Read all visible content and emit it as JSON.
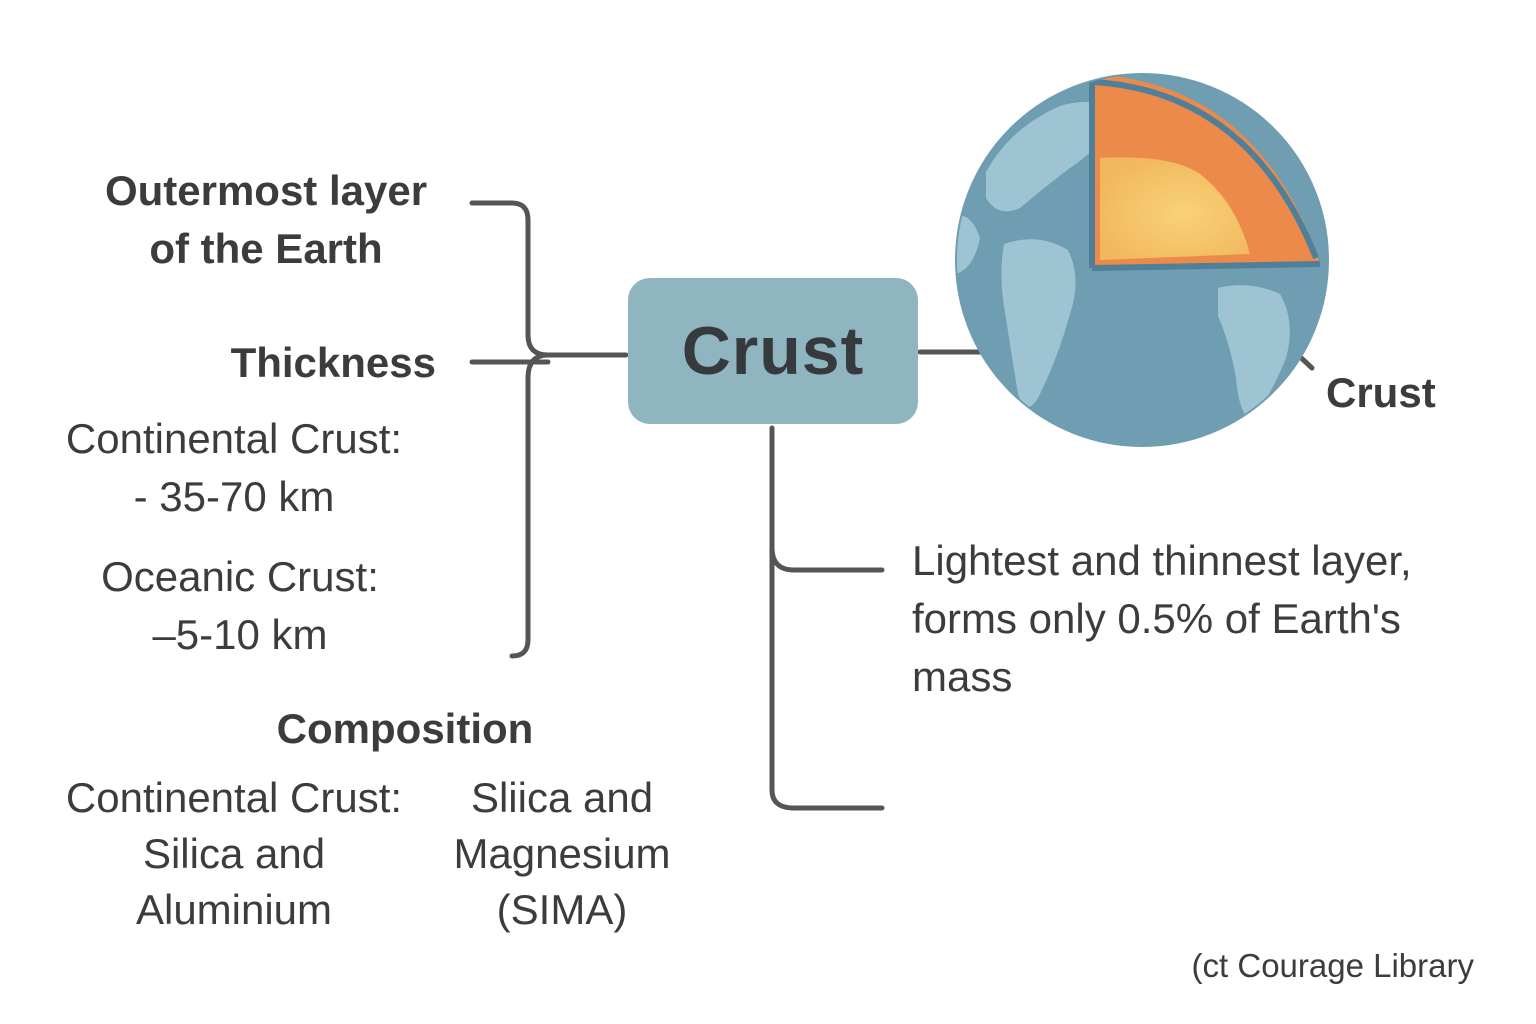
{
  "central_node": {
    "label": "Crust"
  },
  "outermost": {
    "line1": "Outermost layer",
    "line2": "of the Earth"
  },
  "thickness": {
    "heading": "Thickness",
    "continental": {
      "line1": "Continental Crust:",
      "line2": "- 35-70 km"
    },
    "oceanic": {
      "line1": "Oceanic Crust:",
      "line2": "–5-10 km"
    }
  },
  "composition": {
    "heading": "Composition",
    "continental": {
      "line1": "Continental Crust:",
      "line2": "Silica and",
      "line3": "Aluminium"
    },
    "oceanic": {
      "line1": "Sliica and",
      "line2": "Magnesium",
      "line3": "(SIMA)"
    }
  },
  "fact": {
    "line1": "Lightest and thinnest layer,",
    "line2": "forms only 0.5% of Earth's",
    "line3": "mass"
  },
  "globe": {
    "label": "Crust",
    "colors": {
      "ocean": "#6f9db2",
      "land": "#9ec4d3",
      "outer_layer": "#eb8a4a",
      "inner_layer": "#f5c46c",
      "rim": "#4f7f99"
    }
  },
  "credit": "(ct Courage Library",
  "colors": {
    "connector": "#555555",
    "node_fill": "#8fb5c1",
    "text": "#3c3c3c"
  }
}
